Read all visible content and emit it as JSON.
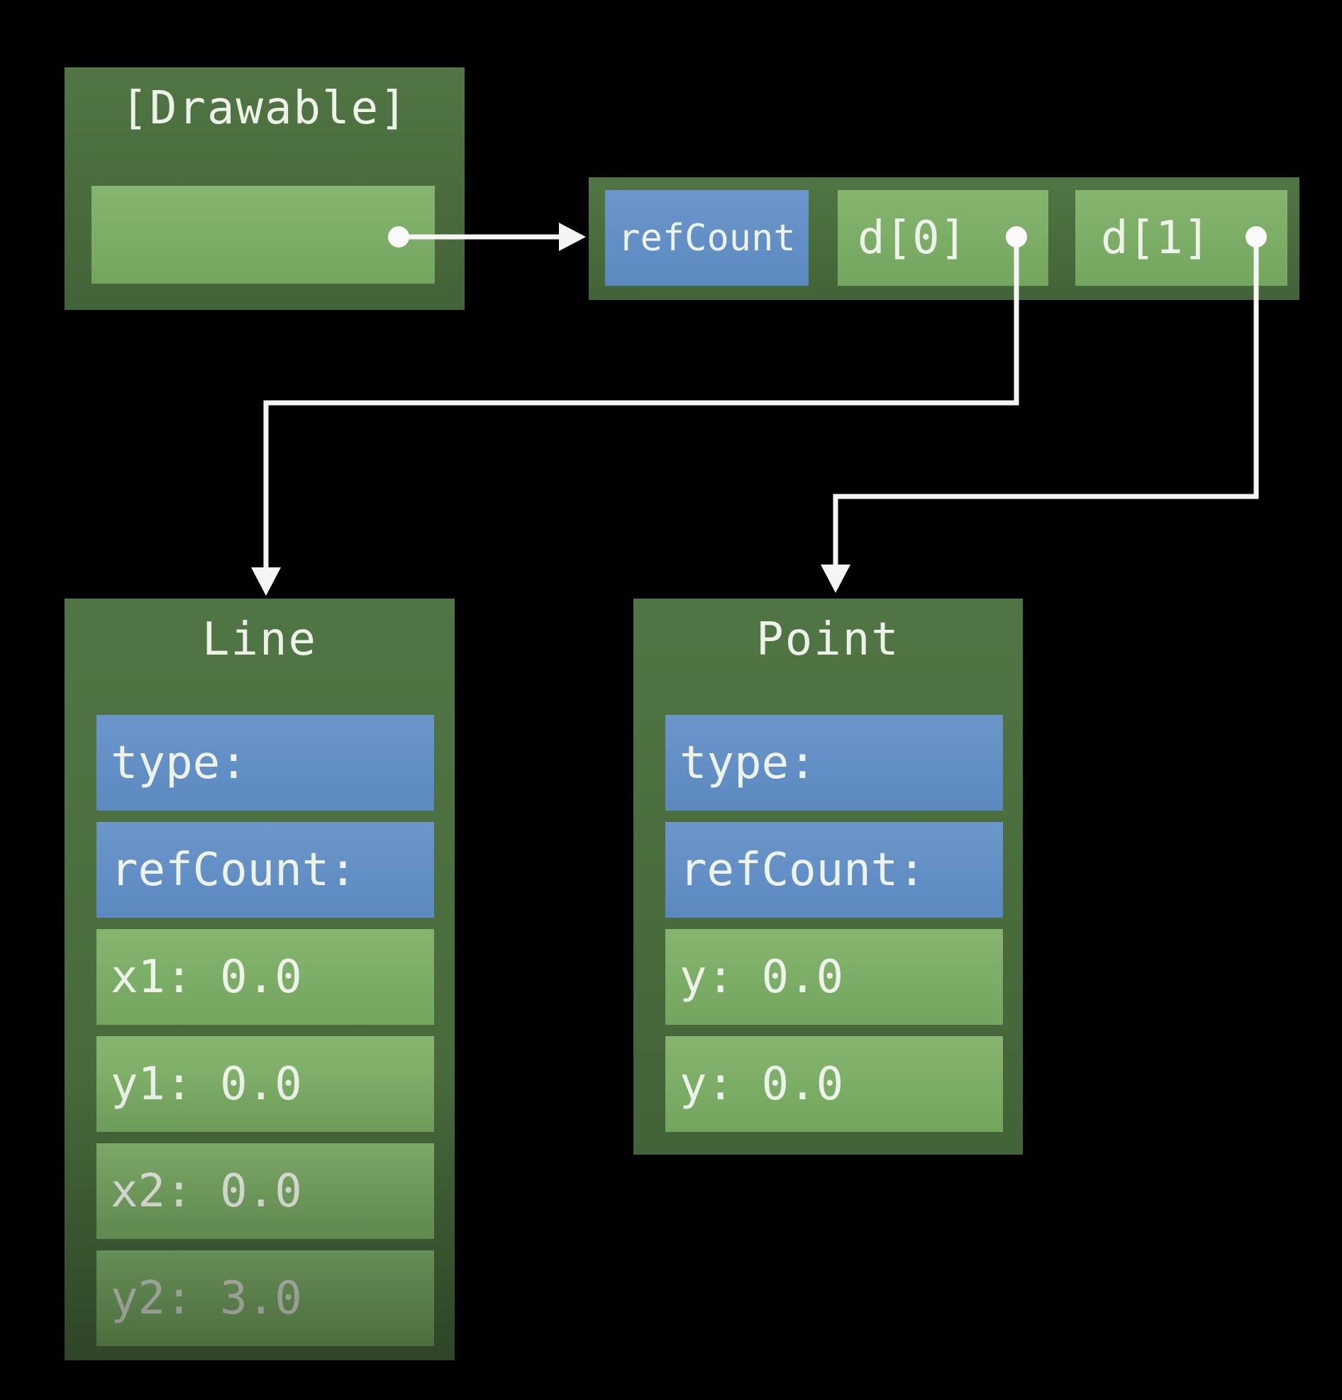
{
  "background": "#000000",
  "colors": {
    "box_green_dark": "#4a6c3c",
    "cell_green": "#7bae66",
    "cell_blue": "#6292c6",
    "text_light": "#eef3e9",
    "text_dim": "#c9cfc3",
    "arrow_white": "#f5f5f5"
  },
  "drawable_box": {
    "title": "[Drawable]",
    "pointer_field_value": ""
  },
  "array_struct": {
    "cells": [
      {
        "label": "refCount",
        "kind": "blue"
      },
      {
        "label": "d[0]",
        "kind": "green"
      },
      {
        "label": "d[1]",
        "kind": "green"
      }
    ]
  },
  "line_box": {
    "title": "Line",
    "rows": [
      {
        "label": "type:",
        "kind": "blue"
      },
      {
        "label": "refCount:",
        "kind": "blue"
      },
      {
        "label": "x1: 0.0",
        "kind": "green"
      },
      {
        "label": "y1: 0.0",
        "kind": "green"
      },
      {
        "label": "x2: 0.0",
        "kind": "green"
      },
      {
        "label": "y2: 3.0",
        "kind": "green-dim"
      }
    ]
  },
  "point_box": {
    "title": "Point",
    "rows": [
      {
        "label": "type:",
        "kind": "blue"
      },
      {
        "label": "refCount:",
        "kind": "blue"
      },
      {
        "label": "y: 0.0",
        "kind": "green"
      },
      {
        "label": "y: 0.0",
        "kind": "green"
      }
    ]
  }
}
